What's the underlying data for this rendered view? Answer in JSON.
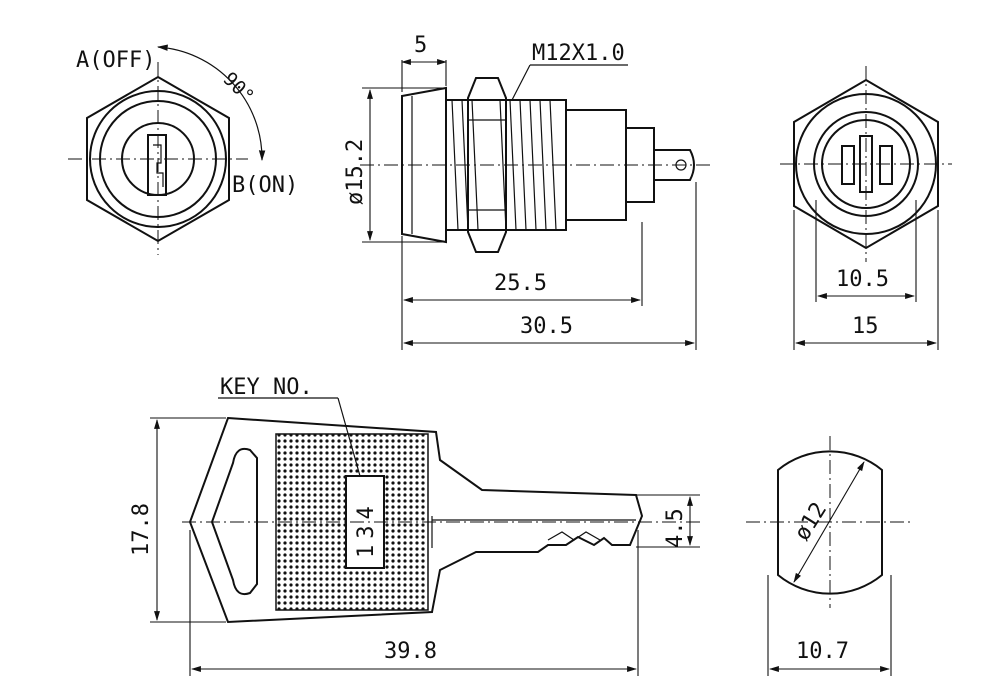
{
  "labels": {
    "off_label": "A(OFF)",
    "on_label": "B(ON)",
    "angle": "90°",
    "thread": "M12X1.0",
    "diameter_body": "ø15.2",
    "key_no_label": "KEY NO.",
    "key_number": "134",
    "diameter_key": "ø12"
  },
  "dimensions": {
    "flange_width": "5",
    "body_length": "25.5",
    "overall_length": "30.5",
    "nut_inner": "10.5",
    "nut_across": "15",
    "key_height": "17.8",
    "blade_height": "4.5",
    "key_length": "39.8",
    "key_width": "10.7"
  }
}
